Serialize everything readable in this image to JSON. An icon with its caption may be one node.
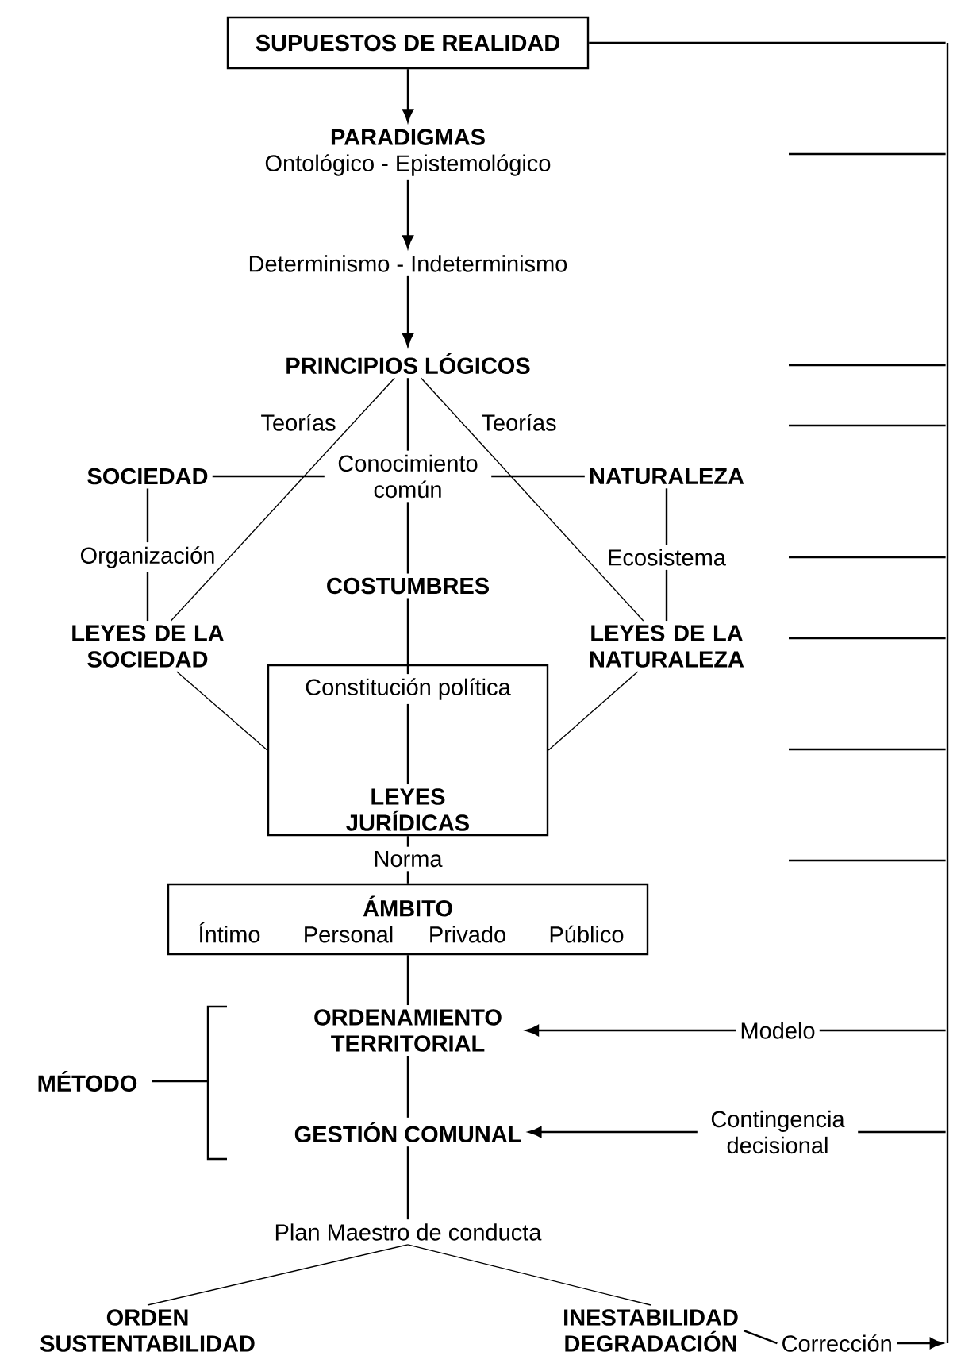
{
  "diagram": {
    "nodes": [
      {
        "text": [
          "SUPUESTOS DE REALIDAD"
        ]
      },
      {
        "text": [
          "PARADIGMAS",
          "Ontológico - Epistemológico"
        ]
      },
      {
        "text": [
          "Determinismo - Indeterminismo"
        ]
      },
      {
        "text": [
          "PRINCIPIOS LÓGICOS"
        ]
      },
      {
        "text": [
          "Conocimiento común"
        ]
      },
      {
        "text": [
          "SOCIEDAD"
        ]
      },
      {
        "text": [
          "NATURALEZA"
        ]
      },
      {
        "text": [
          "Organización"
        ]
      },
      {
        "text": [
          "Ecosistema"
        ]
      },
      {
        "text": [
          "COSTUMBRES"
        ]
      },
      {
        "text": [
          "LEYES DE LA SOCIEDAD"
        ]
      },
      {
        "text": [
          "LEYES DE LA NATURALEZA"
        ]
      },
      {
        "text": [],
        "shape": "box"
      },
      {
        "text": [
          "Constitución política"
        ],
        "in": 12
      },
      {
        "text": [
          "LEYES JURÍDICAS"
        ],
        "in": 12
      },
      {
        "text": [
          "Norma"
        ]
      },
      {
        "text": [
          "ÁMBITO",
          "Íntimo",
          "Personal",
          "Privado",
          "Público"
        ]
      },
      {
        "text": [
          "ORDENAMIENTO TERRITORIAL"
        ]
      },
      {
        "text": [
          "GESTIÓN COMUNAL"
        ]
      },
      {
        "text": [
          "MÉTODO"
        ]
      },
      {
        "text": [
          "Plan Maestro de conducta"
        ]
      },
      {
        "text": [
          "ORDEN SUSTENTABILIDAD"
        ]
      },
      {
        "text": [
          "INESTABILIDAD DEGRADACIÓN"
        ]
      },
      {
        "text": [
          "Modelo"
        ]
      },
      {
        "text": [
          "Contingencia decisional"
        ]
      },
      {
        "text": [
          "Corrección"
        ]
      },
      {
        "text": [],
        "shape": "bar"
      }
    ],
    "edges": [
      {
        "from": 0,
        "to": 1,
        "arrow": "to"
      },
      {
        "from": 1,
        "to": 2,
        "arrow": "to"
      },
      {
        "from": 2,
        "to": 3,
        "arrow": "to"
      },
      {
        "from": 3,
        "to": 4,
        "arrow": "none"
      },
      {
        "from": 3,
        "to": 10,
        "arrow": "none",
        "label": "Teorías"
      },
      {
        "from": 3,
        "to": 11,
        "arrow": "none",
        "label": "Teorías"
      },
      {
        "from": 5,
        "to": 4,
        "arrow": "none"
      },
      {
        "from": 6,
        "to": 4,
        "arrow": "none"
      },
      {
        "from": 5,
        "to": 7,
        "arrow": "none"
      },
      {
        "from": 7,
        "to": 10,
        "arrow": "none"
      },
      {
        "from": 6,
        "to": 8,
        "arrow": "none"
      },
      {
        "from": 8,
        "to": 11,
        "arrow": "none"
      },
      {
        "from": 4,
        "to": 9,
        "arrow": "none"
      },
      {
        "from": 9,
        "to": 13,
        "arrow": "none"
      },
      {
        "from": 13,
        "to": 14,
        "arrow": "none"
      },
      {
        "from": 10,
        "to": 12,
        "arrow": "none"
      },
      {
        "from": 11,
        "to": 12,
        "arrow": "none"
      },
      {
        "from": 12,
        "to": 15,
        "arrow": "none"
      },
      {
        "from": 15,
        "to": 16,
        "arrow": "none"
      },
      {
        "from": 16,
        "to": 17,
        "arrow": "none"
      },
      {
        "from": 17,
        "to": 18,
        "arrow": "none"
      },
      {
        "from": 18,
        "to": 20,
        "arrow": "none"
      },
      {
        "from": 20,
        "to": 21,
        "arrow": "none"
      },
      {
        "from": 20,
        "to": 22,
        "arrow": "none"
      },
      {
        "from": 23,
        "to": 17,
        "arrow": "to"
      },
      {
        "from": 24,
        "to": 18,
        "arrow": "to"
      },
      {
        "from": 26,
        "to": 23,
        "arrow": "none"
      },
      {
        "from": 26,
        "to": 24,
        "arrow": "none"
      },
      {
        "from": 22,
        "to": 25,
        "arrow": "none"
      },
      {
        "from": 25,
        "to": 26,
        "arrow": "to"
      },
      {
        "from": 26,
        "to": 0,
        "arrow": "none"
      },
      {
        "from": 26,
        "to": null,
        "arrow": "none"
      },
      {
        "from": 26,
        "to": null,
        "arrow": "none"
      },
      {
        "from": 26,
        "to": null,
        "arrow": "none"
      },
      {
        "from": 26,
        "to": null,
        "arrow": "none"
      },
      {
        "from": 26,
        "to": null,
        "arrow": "none"
      },
      {
        "from": 26,
        "to": null,
        "arrow": "none"
      },
      {
        "from": 26,
        "to": null,
        "arrow": "none"
      }
    ]
  }
}
